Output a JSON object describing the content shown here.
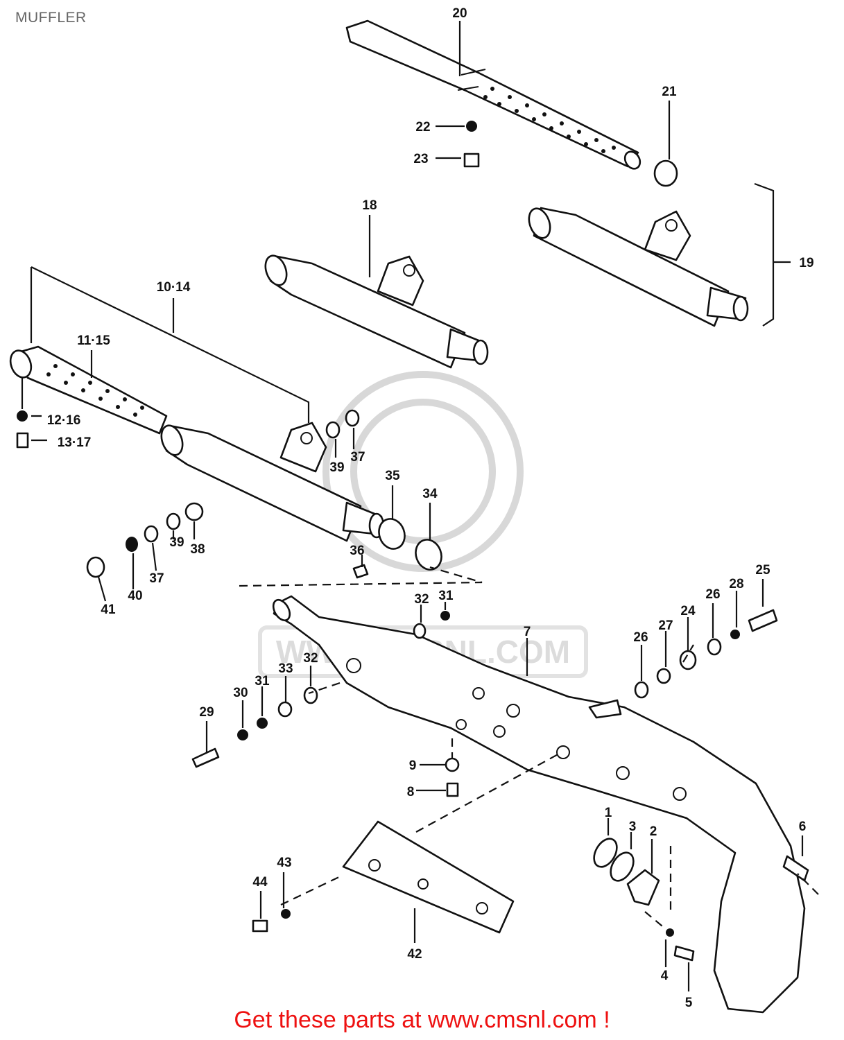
{
  "title": "MUFFLER",
  "cta": "Get these parts at www.cmsnl.com !",
  "watermark": "WWW.CMSNL.COM",
  "colors": {
    "cta": "#ee1111",
    "ink": "#111111",
    "title": "#666666",
    "watermark": "#d8d8d8"
  },
  "callouts": {
    "c1": "1",
    "c2": "2",
    "c3": "3",
    "c4": "4",
    "c5": "5",
    "c6": "6",
    "c7": "7",
    "c8": "8",
    "c9": "9",
    "c10_14": "10·14",
    "c11_15": "11·15",
    "c12_16": "12·16",
    "c13_17": "13·17",
    "c18": "18",
    "c19": "19",
    "c20": "20",
    "c21": "21",
    "c22": "22",
    "c23": "23",
    "c24": "24",
    "c25": "25",
    "c26a": "26",
    "c26b": "26",
    "c27": "27",
    "c28": "28",
    "c29": "29",
    "c30": "30",
    "c31a": "31",
    "c31b": "31",
    "c32a": "32",
    "c32b": "32",
    "c33": "33",
    "c34": "34",
    "c35": "35",
    "c36": "36",
    "c37a": "37",
    "c37b": "37",
    "c38": "38",
    "c39a": "39",
    "c39b": "39",
    "c40": "40",
    "c41": "41",
    "c42": "42",
    "c43": "43",
    "c44": "44"
  }
}
